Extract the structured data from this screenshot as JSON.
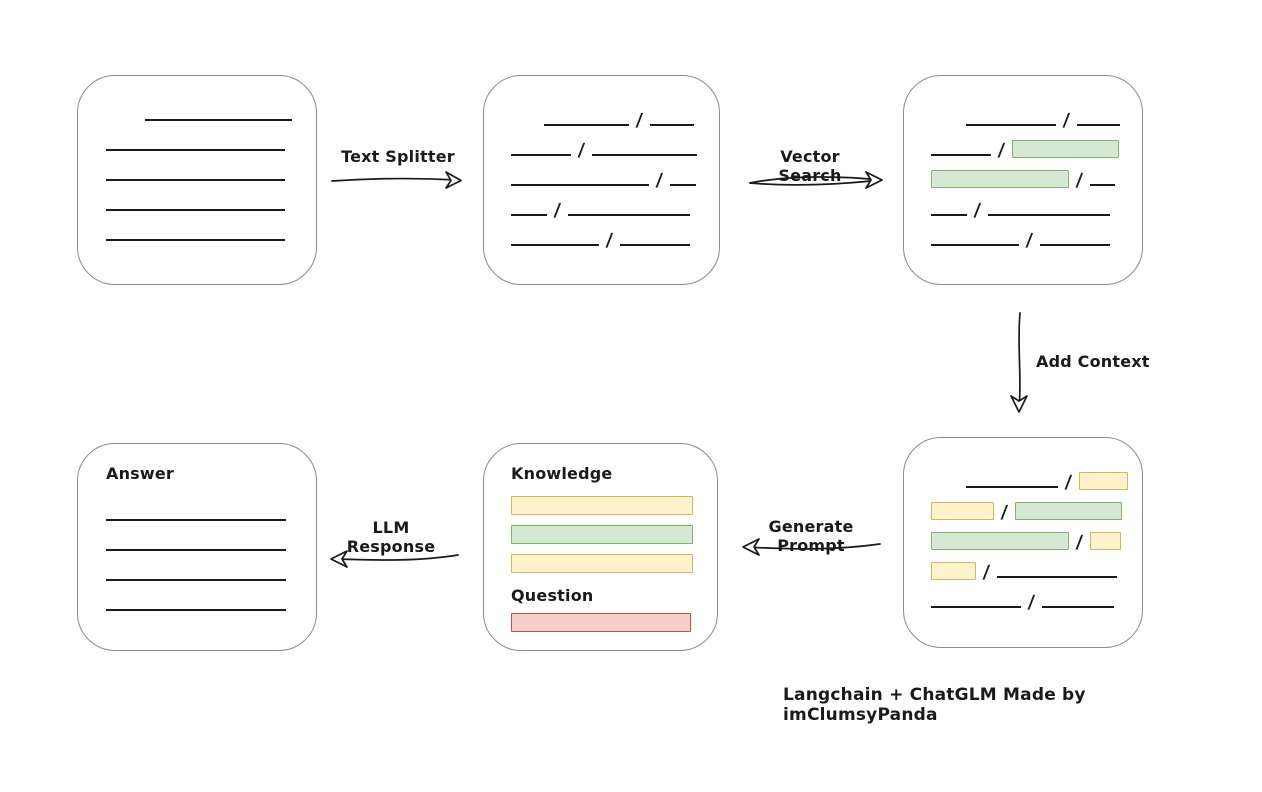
{
  "colors": {
    "ink": "#1a1a1a",
    "box_border": "#8c8c8c",
    "green_fill": "#d5e8d4",
    "green_stroke": "#82b366",
    "yellow_fill": "#fff2cc",
    "yellow_stroke": "#d6b656",
    "red_fill": "#f8cecc",
    "red_stroke": "#b85450"
  },
  "labels": {
    "text_splitter": "Text Splitter",
    "vector_search": "Vector Search",
    "add_context": "Add Context",
    "generate_prompt": "Generate Prompt",
    "llm_response": "LLM Response"
  },
  "document": {
    "rows": [
      {
        "segs": [
          {
            "t": "gap",
            "w": 32
          },
          {
            "t": "line",
            "w": 147
          }
        ]
      },
      {
        "segs": [
          {
            "t": "line",
            "w": 179
          }
        ]
      },
      {
        "segs": [
          {
            "t": "line",
            "w": 179
          }
        ]
      },
      {
        "segs": [
          {
            "t": "line",
            "w": 179
          }
        ]
      },
      {
        "segs": [
          {
            "t": "line",
            "w": 179
          }
        ]
      }
    ]
  },
  "chunks": {
    "rows": [
      {
        "segs": [
          {
            "t": "gap",
            "w": 26
          },
          {
            "t": "line",
            "w": 85
          },
          {
            "t": "slash"
          },
          {
            "t": "line",
            "w": 44
          }
        ]
      },
      {
        "segs": [
          {
            "t": "line",
            "w": 60
          },
          {
            "t": "slash"
          },
          {
            "t": "line",
            "w": 105
          }
        ]
      },
      {
        "segs": [
          {
            "t": "line",
            "w": 138
          },
          {
            "t": "slash"
          },
          {
            "t": "line",
            "w": 26
          }
        ]
      },
      {
        "segs": [
          {
            "t": "line",
            "w": 36
          },
          {
            "t": "slash"
          },
          {
            "t": "line",
            "w": 122
          }
        ]
      },
      {
        "segs": [
          {
            "t": "line",
            "w": 88
          },
          {
            "t": "slash"
          },
          {
            "t": "line",
            "w": 70
          }
        ]
      }
    ]
  },
  "matched_chunks": {
    "rows": [
      {
        "segs": [
          {
            "t": "gap",
            "w": 28
          },
          {
            "t": "line",
            "w": 90
          },
          {
            "t": "slash"
          },
          {
            "t": "line",
            "w": 43
          }
        ]
      },
      {
        "segs": [
          {
            "t": "line",
            "w": 60
          },
          {
            "t": "slash"
          },
          {
            "t": "green",
            "w": 107
          }
        ]
      },
      {
        "segs": [
          {
            "t": "green",
            "w": 138
          },
          {
            "t": "slash"
          },
          {
            "t": "line",
            "w": 25
          }
        ]
      },
      {
        "segs": [
          {
            "t": "line",
            "w": 36
          },
          {
            "t": "slash"
          },
          {
            "t": "line",
            "w": 122
          }
        ]
      },
      {
        "segs": [
          {
            "t": "line",
            "w": 88
          },
          {
            "t": "slash"
          },
          {
            "t": "line",
            "w": 70
          }
        ]
      }
    ]
  },
  "context_chunks": {
    "rows": [
      {
        "segs": [
          {
            "t": "gap",
            "w": 28
          },
          {
            "t": "line",
            "w": 92
          },
          {
            "t": "slash"
          },
          {
            "t": "yellow",
            "w": 49
          }
        ]
      },
      {
        "segs": [
          {
            "t": "yellow",
            "w": 63
          },
          {
            "t": "slash"
          },
          {
            "t": "green",
            "w": 107
          }
        ]
      },
      {
        "segs": [
          {
            "t": "green",
            "w": 138
          },
          {
            "t": "slash"
          },
          {
            "t": "yellow",
            "w": 31
          }
        ]
      },
      {
        "segs": [
          {
            "t": "yellow",
            "w": 45
          },
          {
            "t": "slash"
          },
          {
            "t": "line",
            "w": 120
          }
        ]
      },
      {
        "segs": [
          {
            "t": "line",
            "w": 90
          },
          {
            "t": "slash"
          },
          {
            "t": "line",
            "w": 72
          }
        ]
      }
    ]
  },
  "prompt": {
    "knowledge_label": "Knowledge",
    "question_label": "Question",
    "knowledge_bars": [
      {
        "t": "yellow",
        "w": 182
      },
      {
        "t": "green",
        "w": 182
      },
      {
        "t": "yellow",
        "w": 182
      }
    ],
    "question_bars": [
      {
        "t": "red",
        "w": 180
      }
    ]
  },
  "answer": {
    "label": "Answer",
    "rows": [
      {
        "segs": [
          {
            "t": "line",
            "w": 180
          }
        ]
      },
      {
        "segs": [
          {
            "t": "line",
            "w": 180
          }
        ]
      },
      {
        "segs": [
          {
            "t": "line",
            "w": 180
          }
        ]
      },
      {
        "segs": [
          {
            "t": "line",
            "w": 180
          }
        ]
      }
    ]
  },
  "caption": "Langchain + ChatGLM Made by imClumsyPanda"
}
